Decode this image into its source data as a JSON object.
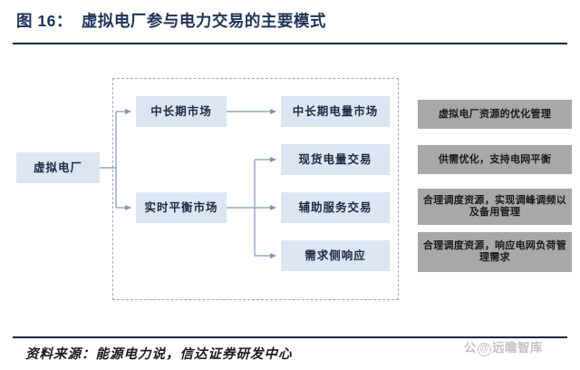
{
  "header": {
    "figure_number": "图 16：",
    "title": "虚拟电厂参与电力交易的主要模式"
  },
  "diagram": {
    "source_node": {
      "label": "虚拟电厂"
    },
    "market_nodes": [
      {
        "label": "中长期市场"
      },
      {
        "label": "实时平衡市场"
      }
    ],
    "transaction_nodes": [
      {
        "label": "中长期电量市场"
      },
      {
        "label": "现货电量交易"
      },
      {
        "label": "辅助服务交易"
      },
      {
        "label": "需求侧响应"
      }
    ],
    "outcome_nodes": [
      {
        "label": "虚拟电厂资源的优化管理"
      },
      {
        "label": "供需优化，支持电网平衡"
      },
      {
        "label": "合理调度资源，实现调峰调频以及备用管理"
      },
      {
        "label": "合理调度资源，响应电网负荷管理需求"
      }
    ]
  },
  "footer": {
    "source": "资料来源：能源电力说，信达证券研发中心",
    "watermark_prefix": "公",
    "watermark_badge": "@",
    "watermark_text": "远瞻智库"
  },
  "colors": {
    "title": "#1f3358",
    "rule": "#17263f",
    "node_blue": "#dce6f2",
    "node_gray": "#a8a8a8",
    "connector": "#8fa8c8",
    "dashed_border": "#9aa6c4"
  }
}
